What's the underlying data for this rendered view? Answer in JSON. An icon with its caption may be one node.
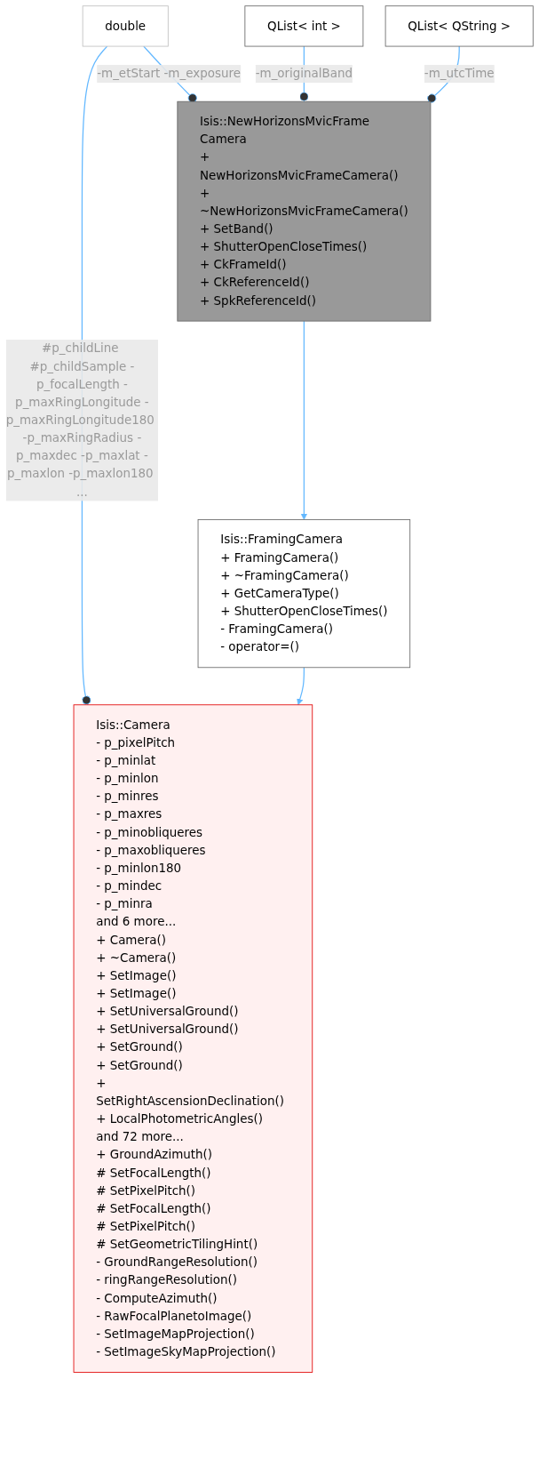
{
  "diagram": {
    "nodes": [
      {
        "text": [
          "double"
        ]
      },
      {
        "text": [
          "Isis::Camera",
          "- p_pixelPitch",
          "- p_minlat",
          "- p_minlon",
          "- p_minres",
          "- p_maxres",
          "- p_minobliqueres",
          "- p_maxobliqueres",
          "- p_minlon180",
          "- p_mindec",
          "- p_minra",
          "and 6 more...",
          "+ Camera()",
          "+ ~Camera()",
          "+ SetImage()",
          "+ SetImage()",
          "+ SetUniversalGround()",
          "+ SetUniversalGround()",
          "+ SetGround()",
          "+ SetGround()",
          "+ SetRightAscensionDeclination()",
          "+ LocalPhotometricAngles()",
          "and 72 more...",
          "+ GroundAzimuth()",
          "# SetFocalLength()",
          "# SetPixelPitch()",
          "# SetFocalLength()",
          "# SetPixelPitch()",
          "# SetGeometricTilingHint()",
          "- GroundRangeResolution()",
          "- ringRangeResolution()",
          "- ComputeAzimuth()",
          "- RawFocalPlanetoImage()",
          "- SetImageMapProjection()",
          "- SetImageSkyMapProjection()"
        ]
      },
      {
        "text": [
          "Isis::FramingCamera",
          "+ FramingCamera()",
          "+ ~FramingCamera()",
          "+ GetCameraType()",
          "+ ShutterOpenCloseTimes()",
          "- FramingCamera()",
          "- operator=()"
        ]
      },
      {
        "text": [
          "QList< int >"
        ]
      },
      {
        "text": [
          "QList< QString >"
        ]
      },
      {
        "text": [
          "Isis::NewHorizonsMvicFrame Camera",
          "+ NewHorizonsMvicFrameCamera()",
          "+ ~NewHorizonsMvicFrameCamera()",
          "+ SetBand()",
          "+ ShutterOpenCloseTimes()",
          "+ CkFrameId()",
          "+ CkReferenceId()",
          "+ SpkReferenceId()"
        ]
      }
    ],
    "edges": [
      {
        "from": 0,
        "to": 1,
        "arrow": "other",
        "label": "#p_childLine #p_childSample -p_focalLength -p_maxRingLongitude -p_maxRingLongitude180 -p_maxRingRadius -p_maxdec -p_maxlat -p_maxlon -p_maxlon180 ..."
      },
      {
        "from": 0,
        "to": 5,
        "arrow": "other",
        "label": "-m_etStart -m_exposure"
      },
      {
        "from": 2,
        "to": 1,
        "arrow": "to"
      },
      {
        "from": 5,
        "to": 2,
        "arrow": "to"
      },
      {
        "from": 3,
        "to": 5,
        "arrow": "other",
        "label": "-m_originalBand"
      },
      {
        "from": 4,
        "to": 5,
        "arrow": "other",
        "label": "-m_utcTime"
      }
    ]
  }
}
